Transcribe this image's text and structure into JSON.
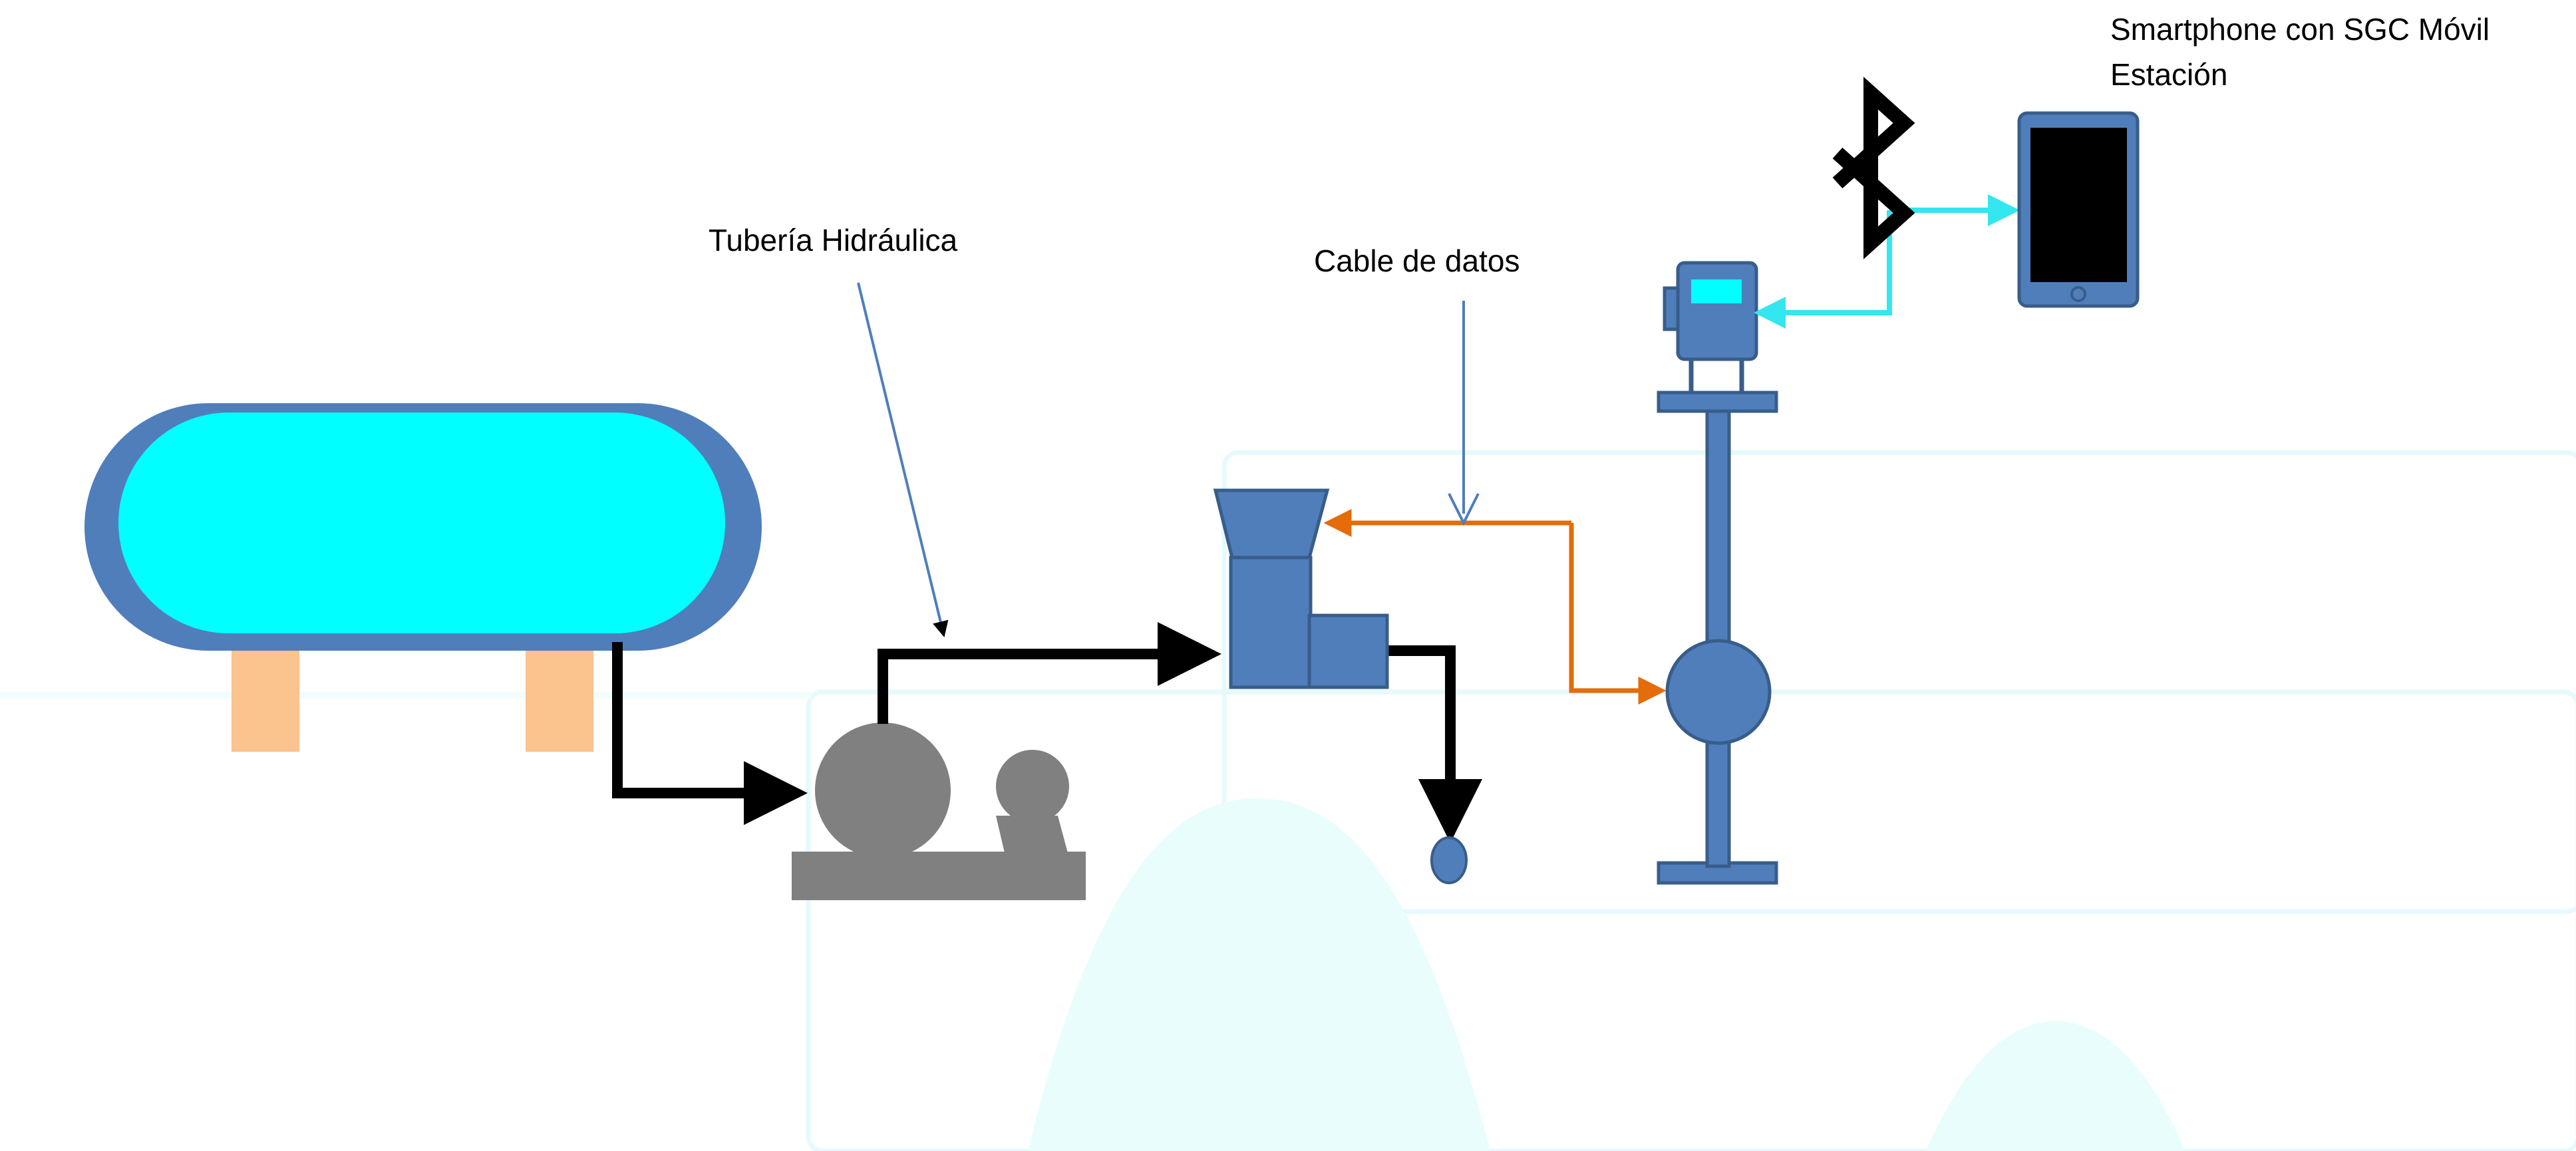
{
  "labels": {
    "pipe": "Tubería Hidráulica",
    "cable": "Cable de datos",
    "smartphone_line1": "Smartphone con SGC Móvil",
    "smartphone_line2": "Estación"
  },
  "colors": {
    "tank_shell": "#4F7EBB",
    "tank_fluid": "#00FFFF",
    "tank_support": "#FBC38E",
    "pump": "#808080",
    "hydraulic_pipe": "#000000",
    "data_cable": "#E46C0A",
    "wireless_link": "#33E6F0",
    "equipment_blue": "#4F7EBB",
    "equipment_stroke": "#385D8A",
    "screen": "#000000",
    "background_shape": "#E9FDFD"
  },
  "icons": {
    "wireless": "bluetooth-icon",
    "phone": "smartphone-icon"
  }
}
